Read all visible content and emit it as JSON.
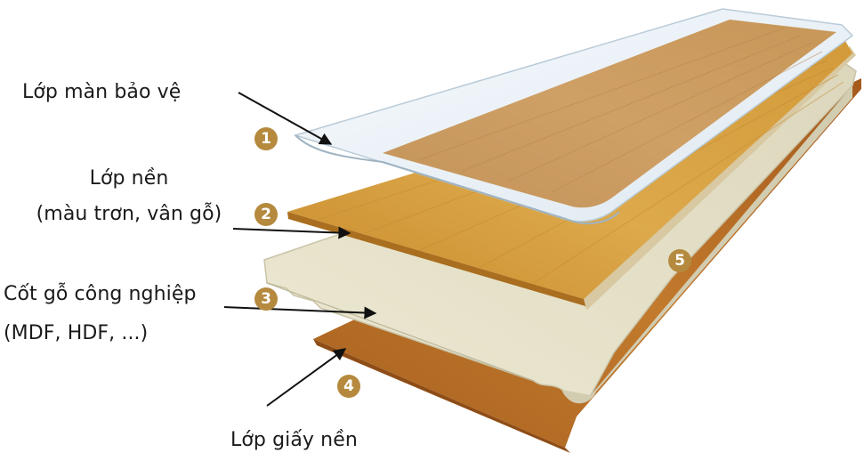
{
  "labels": {
    "protective_layer": "Lớp màn bảo vệ",
    "base_layer_line1": "Lớp nền",
    "base_layer_line2": "(màu trơn, vân gỗ)",
    "core_line1": "Cốt gỗ công nghiệp",
    "core_line2": "(MDF, HDF, ...)",
    "backing_paper": "Lớp giấy nền"
  },
  "badges": [
    "1",
    "2",
    "3",
    "4",
    "5"
  ],
  "colors": {
    "badge": "#b58a3e",
    "wood_light": "#c99855",
    "wood_mid": "#d7a546",
    "core": "#e6e2cc",
    "backing": "#b86e24",
    "film": "#e9f1f7"
  }
}
